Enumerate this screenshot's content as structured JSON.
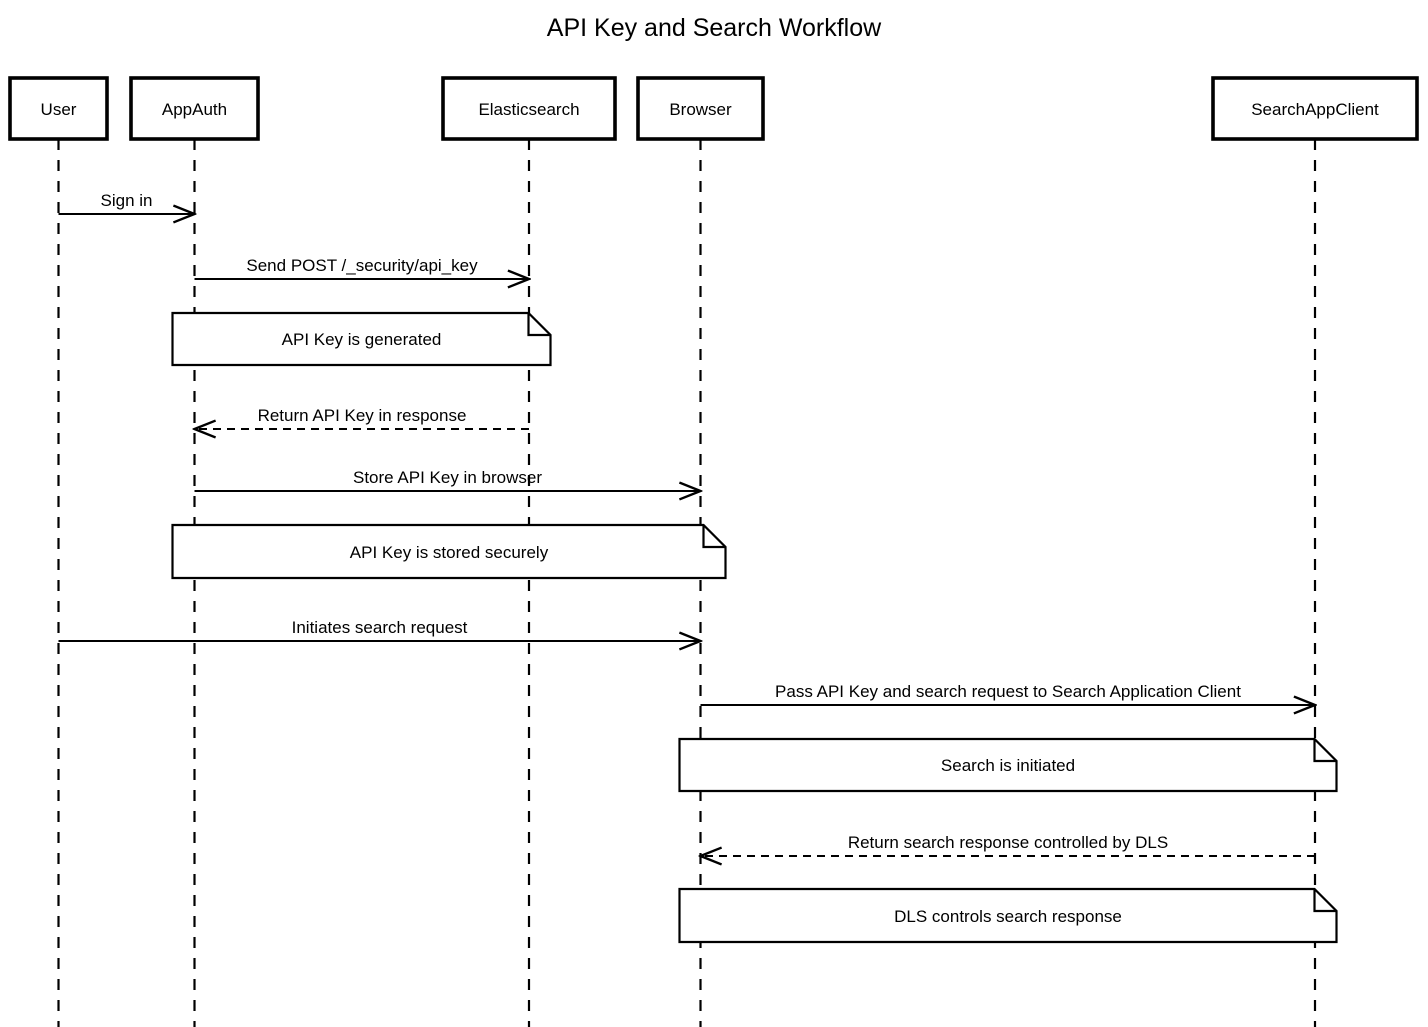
{
  "diagram": {
    "type": "sequence-diagram",
    "title": "API Key and Search Workflow",
    "colors": {
      "stroke": "#000000",
      "background": "#ffffff",
      "note_fill": "#ffffff"
    },
    "participants": [
      {
        "name": "User"
      },
      {
        "name": "AppAuth"
      },
      {
        "name": "Elasticsearch"
      },
      {
        "name": "Browser"
      },
      {
        "name": "SearchAppClient"
      }
    ],
    "messages": [
      {
        "label": "Sign in",
        "from": "User",
        "to": "AppAuth",
        "line": "solid"
      },
      {
        "label": "Send POST /_security/api_key",
        "from": "AppAuth",
        "to": "Elasticsearch",
        "line": "solid"
      },
      {
        "label": "Return API Key in response",
        "from": "Elasticsearch",
        "to": "AppAuth",
        "line": "dashed"
      },
      {
        "label": "Store API Key in browser",
        "from": "AppAuth",
        "to": "Browser",
        "line": "solid"
      },
      {
        "label": "Initiates search request",
        "from": "User",
        "to": "Browser",
        "line": "solid"
      },
      {
        "label": "Pass API Key and search request to Search Application Client",
        "from": "Browser",
        "to": "SearchAppClient",
        "line": "solid"
      },
      {
        "label": "Return search response controlled by DLS",
        "from": "SearchAppClient",
        "to": "Browser",
        "line": "dashed"
      }
    ],
    "notes": [
      {
        "label": "API Key is generated",
        "over": "AppAuth, Elasticsearch"
      },
      {
        "label": "API Key is stored securely",
        "over": "AppAuth, Browser"
      },
      {
        "label": "Search is initiated",
        "over": "Browser, SearchAppClient"
      },
      {
        "label": "DLS controls search response",
        "over": "Browser, SearchAppClient"
      }
    ]
  }
}
